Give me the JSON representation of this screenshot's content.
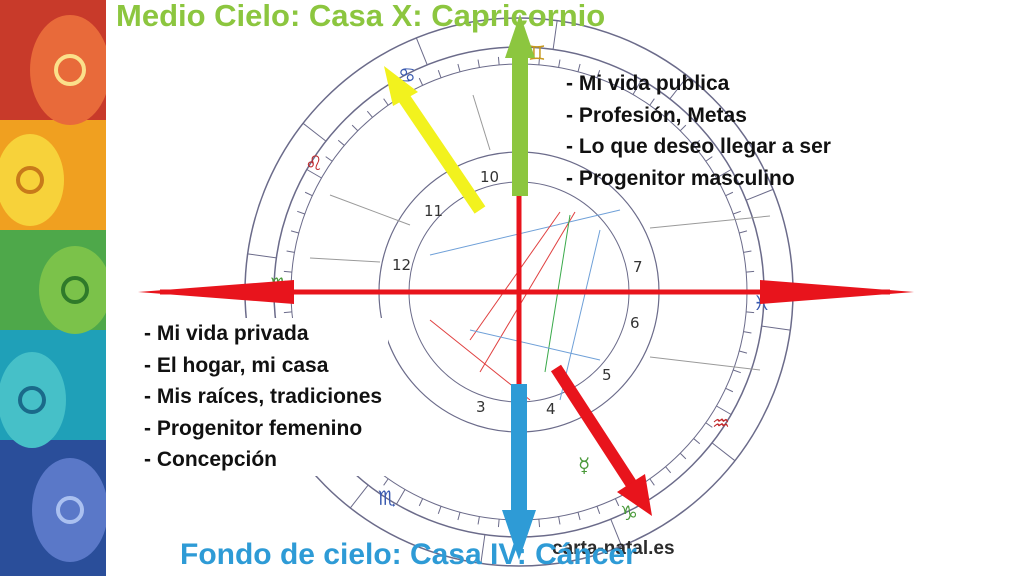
{
  "title_top": "Medio Cielo: Casa X: Capricornio",
  "title_bottom": "Fondo de cielo: Casa IV: Cáncer",
  "watermark": "carta-natal.es",
  "list_top": [
    "- Mi vida publica",
    "- Profesión, Metas",
    "- Lo que deseo llegar a ser",
    "- Progenitor masculino"
  ],
  "list_bottom": [
    "- Mi vida privada",
    "- El hogar, mi casa",
    "- Mis raíces, tradiciones",
    "- Progenitor femenino",
    "- Concepción"
  ],
  "house_numbers": [
    "10",
    "11",
    "12",
    "7",
    "6",
    "5",
    "4",
    "3"
  ],
  "colors": {
    "green": "#8cc63f",
    "blue": "#2e9bd6",
    "red": "#e8141c",
    "yellow": "#f2f21e",
    "wheel_line": "#6b6b8a"
  },
  "icons": [
    "cancer-glyph",
    "leo-glyph",
    "virgo-glyph",
    "gemini-glyph",
    "pisces-glyph",
    "aquarius-glyph",
    "mercury-glyph",
    "capricorn-glyph",
    "scorpio-glyph"
  ]
}
